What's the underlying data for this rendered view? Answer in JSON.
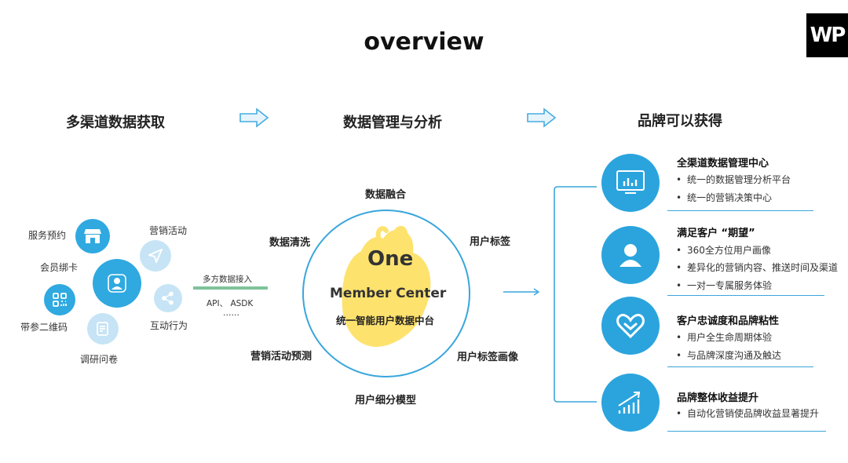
{
  "title": "overview",
  "logo": "WP",
  "columns": {
    "left": "多渠道数据获取",
    "middle": "数据管理与分析",
    "right": "品牌可以获得"
  },
  "sources": {
    "service_booking": "服务预约",
    "marketing_activity": "营销活动",
    "member_card": "会员绑卡",
    "qr_code": "带参二维码",
    "interaction": "互动行为",
    "survey": "调研问卷"
  },
  "ingest": {
    "label": "多方数据接入",
    "api": "API、 ASDK",
    "more": "……"
  },
  "center": {
    "one": "One",
    "member_center": "Member Center",
    "subtitle": "统一智能用户数据中台",
    "ring": {
      "top": "数据融合",
      "upper_left": "数据清洗",
      "upper_right": "用户标签",
      "lower_left": "营销活动预测",
      "lower_right": "用户标签画像",
      "bottom": "用户细分模型"
    }
  },
  "benefits": [
    {
      "icon": "dashboard-chart-icon",
      "title": "全渠道数据管理中心",
      "items": [
        "统一的数据管理分析平台",
        "统一的营销决策中心"
      ]
    },
    {
      "icon": "user-icon",
      "title": "满足客户 “期望”",
      "items": [
        "360全方位用户画像",
        "差异化的营销内容、推送时间及渠道",
        "一对一专属服务体验"
      ]
    },
    {
      "icon": "heart-icon",
      "title": "客户忠诚度和品牌粘性",
      "items": [
        "用户全生命周期体验",
        "与品牌深度沟通及触达"
      ]
    },
    {
      "icon": "growth-chart-icon",
      "title": "品牌整体收益提升",
      "items": [
        "自动化营销使品牌收益显著提升"
      ]
    }
  ],
  "bullet": "•",
  "colors": {
    "accent": "#2ba4dd",
    "pale": "#c6e4f5",
    "heart": "#fde26e",
    "green_bar": "#7fc29b"
  }
}
